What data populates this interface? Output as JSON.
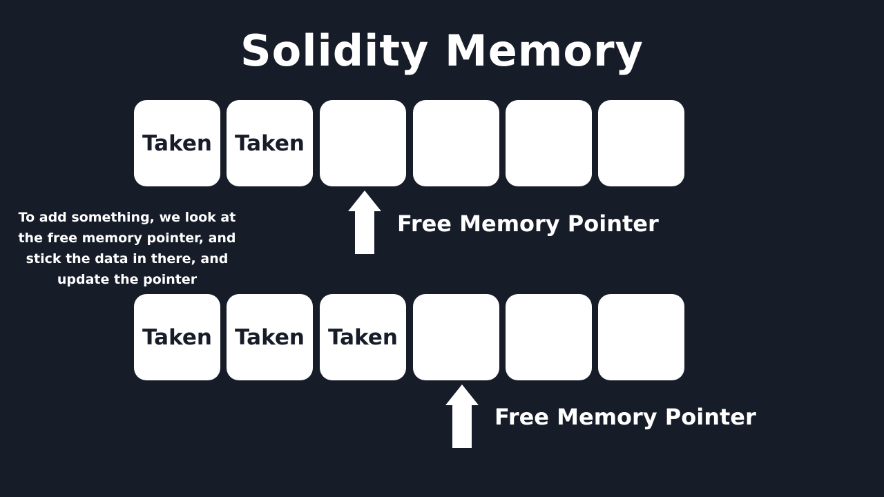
{
  "title": "Solidity Memory",
  "diagrams": [
    {
      "cells": [
        "Taken",
        "Taken",
        "",
        "",
        "",
        ""
      ],
      "pointer_slot": 3,
      "pointer_label": "Free Memory Pointer"
    },
    {
      "cells": [
        "Taken",
        "Taken",
        "Taken",
        "",
        "",
        ""
      ],
      "pointer_slot": 4,
      "pointer_label": "Free Memory Pointer"
    }
  ],
  "note": "To add something, we look at the free memory pointer, and stick the data in there, and update the pointer",
  "colors": {
    "background": "#171c29",
    "cell": "#ffffff",
    "text_light": "#ffffff",
    "text_dark": "#171c29"
  }
}
